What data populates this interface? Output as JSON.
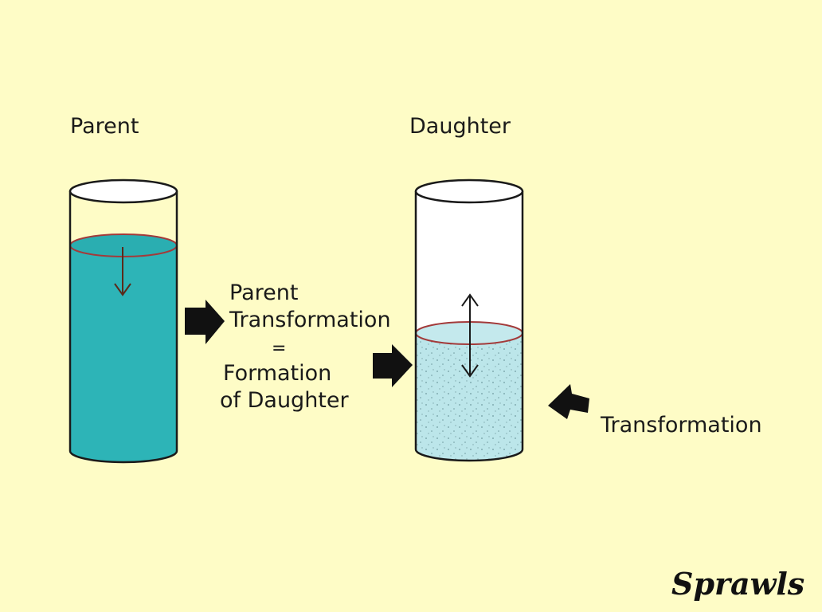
{
  "diagram": {
    "parent_label": "Parent",
    "daughter_label": "Daughter",
    "middle_text": {
      "line1": "Parent",
      "line2": "Transformation",
      "line3": "=",
      "line4": "Formation",
      "line5": "of Daughter"
    },
    "transformation_label": "Transformation",
    "signature": "Sprawls"
  },
  "colors": {
    "background": "#fefcc6",
    "parent_liquid": "#2db4b7",
    "daughter_liquid": "#bce6ea",
    "outline": "#1a1a1a",
    "arrow": "#111111"
  }
}
